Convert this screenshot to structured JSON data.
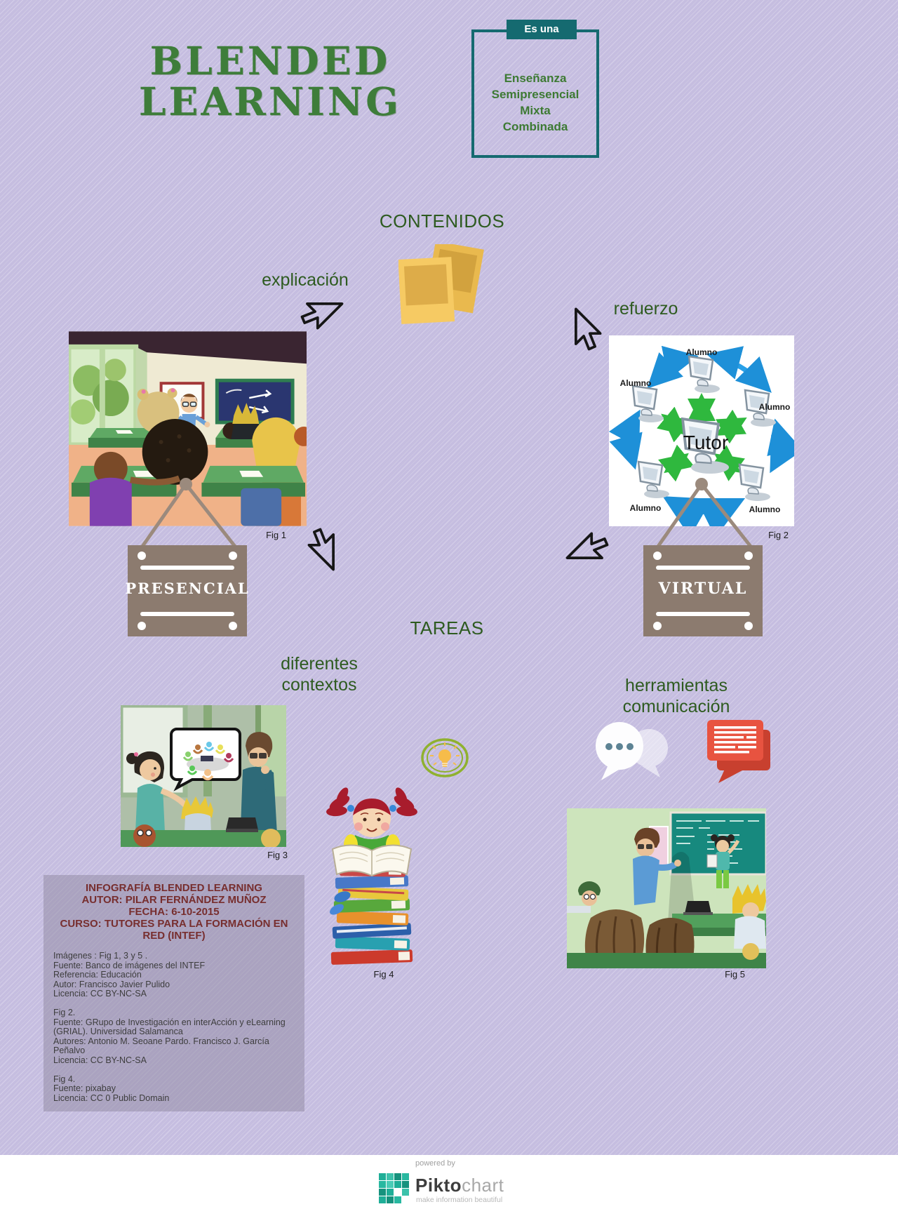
{
  "page": {
    "title_line1": "BLENDED",
    "title_line2": "LEARNING"
  },
  "es_una": {
    "badge": "Es una",
    "lines": [
      "Enseñanza",
      "Semipresencial",
      "Mixta",
      "Combinada"
    ]
  },
  "headings": {
    "contenidos": "CONTENIDOS",
    "tareas": "TAREAS"
  },
  "labels": {
    "explicacion": "explicación",
    "refuerzo": "refuerzo",
    "diferentes": [
      "diferentes",
      "contextos"
    ],
    "herramientas": [
      "herramientas",
      "comunicación"
    ]
  },
  "signs": {
    "presencial": "PRESENCIAL",
    "virtual": "VIRTUAL"
  },
  "diagram": {
    "center": "Tutor",
    "node": "Alumno"
  },
  "figures": {
    "fig1": "Fig 1",
    "fig2": "Fig 2",
    "fig3": "Fig 3",
    "fig4": "Fig 4",
    "fig5": "Fig 5"
  },
  "credits": {
    "header": [
      "INFOGRAFÍA BLENDED LEARNING",
      "AUTOR: PILAR FERNÁNDEZ MUÑOZ",
      "FECHA: 6-10-2015",
      "CURSO: TUTORES PARA LA FORMACIÓN EN RED (INTEF)"
    ],
    "body": [
      "Imágenes : Fig 1, 3 y 5 .",
      "Fuente: Banco de imágenes del INTEF",
      "Referencia: Educación",
      "Autor: Francisco Javier Pulido",
      "Licencia: CC BY-NC-SA",
      "",
      "Fig 2.",
      "Fuente: GRupo de Investigación en interAcción y eLearning (GRIAL). Universidad Salamanca",
      "Autores: Antonio M. Seoane Pardo. Francisco J. García Peñalvo",
      "Licencia: CC BY-NC-SA",
      "",
      "Fig 4.",
      "Fuente: pixabay",
      "Licencia: CC 0 Public Domain"
    ]
  },
  "footer": {
    "powered_by": "powered by",
    "brand_bold": "Pikto",
    "brand_light": "chart",
    "tagline": "make information beautiful"
  },
  "colors": {
    "background": "#c5bde0",
    "title_green": "#3e7d3a",
    "heading_green": "#2e5b20",
    "teal": "#156a70",
    "sign_brown": "#8c7b6f",
    "credits_maroon": "#772e2e",
    "photos_yellow": "#f6ca63",
    "message_red": "#e85340",
    "bulb_green": "#8fb12f",
    "diagram_arrow_green": "#2fb83e",
    "diagram_arrow_blue": "#28a0e8"
  }
}
